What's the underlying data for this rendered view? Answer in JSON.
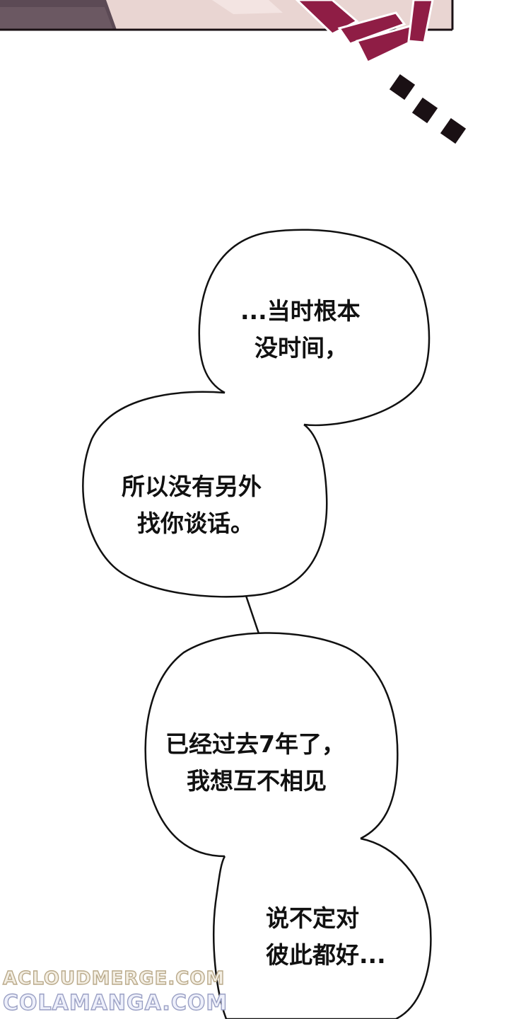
{
  "bubbles": [
    {
      "line1": "...当时根本",
      "line2": "没时间，"
    },
    {
      "line1": "所以没有另外",
      "line2": "找你谈话。"
    },
    {
      "line1": "已经过去7年了，",
      "line2": "我想互不相见"
    },
    {
      "line1": "说不定对",
      "line2": "彼此都好..."
    }
  ],
  "watermark": {
    "line1": "ACLOUDMERGE.COM",
    "line2": "COLAMANGA.COM"
  },
  "colors": {
    "panel_skin": "#e8d2cf",
    "panel_dark": "#3a2c33",
    "speech_accent": "#8f1d45",
    "dots": "#1a1014"
  }
}
